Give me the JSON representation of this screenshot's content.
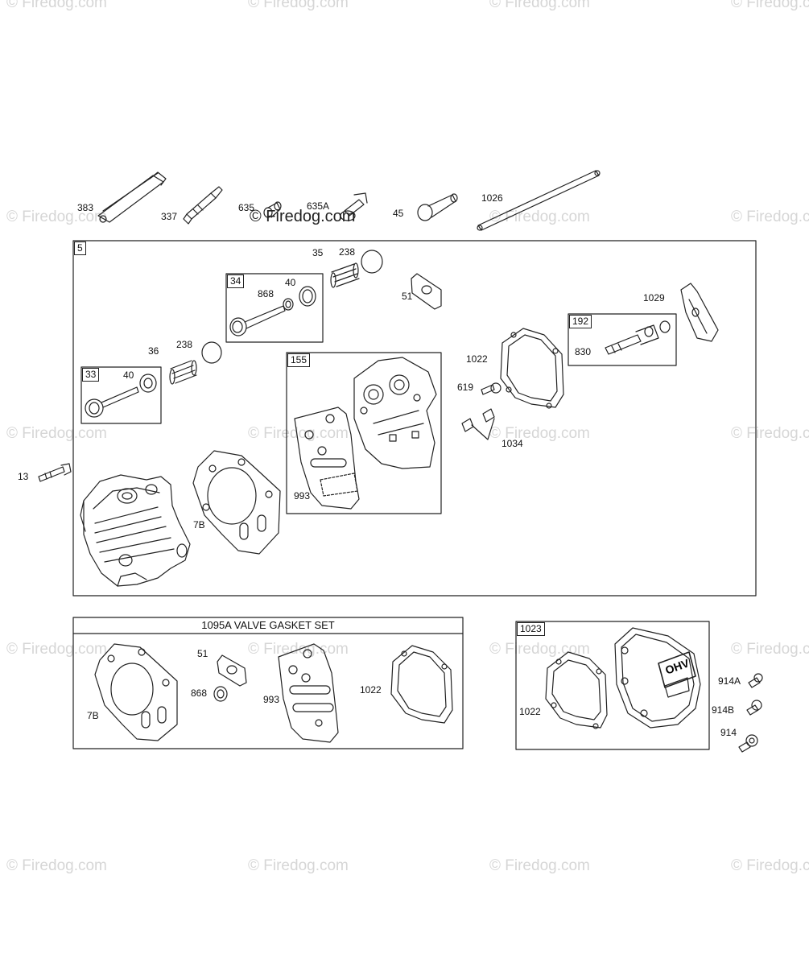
{
  "watermark": "© Firedog.com",
  "center_watermark": "© Firedog.com",
  "part_labels": {
    "p383": "383",
    "p337": "337",
    "p635": "635",
    "p635A": "635A",
    "p45": "45",
    "p1026": "1026",
    "p35": "35",
    "p238a": "238",
    "p868a": "868",
    "p40a": "40",
    "p51a": "51",
    "p1029": "1029",
    "p36": "36",
    "p238b": "238",
    "p40b": "40",
    "p830": "830",
    "p1022a": "1022",
    "p619": "619",
    "p1034": "1034",
    "p13": "13",
    "p7Ba": "7B",
    "p993a": "993",
    "p7Bb": "7B",
    "p51b": "51",
    "p868b": "868",
    "p993b": "993",
    "p1022b": "1022",
    "p1022c": "1022",
    "p914A": "914A",
    "p914B": "914B",
    "p914": "914"
  },
  "box_labels": {
    "main": "5",
    "b34": "34",
    "b33": "33",
    "b155": "155",
    "b192": "192",
    "b1023": "1023"
  },
  "gasket_set_title": "1095A VALVE GASKET SET",
  "valve_cover_logo": "OHV"
}
